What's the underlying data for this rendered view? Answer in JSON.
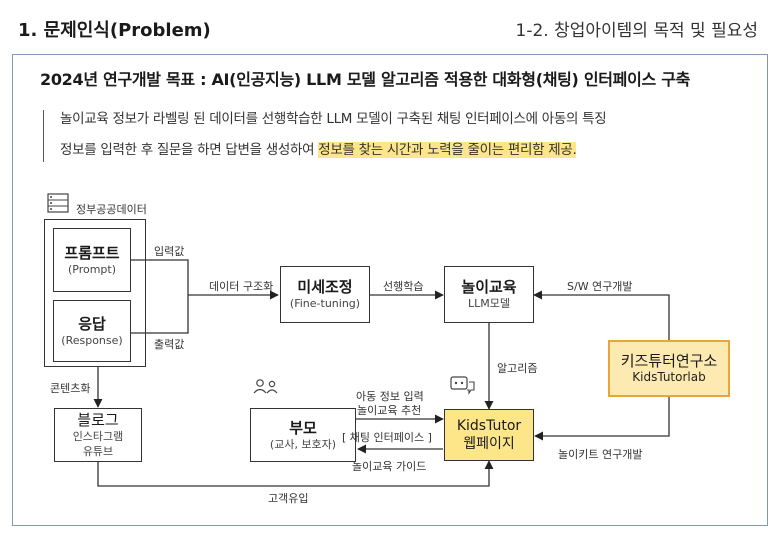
{
  "header": {
    "section": "1. 문제인식(Problem)",
    "subtitle": "1-2. 창업아이템의 목적 및 필요성"
  },
  "goal": "2024년 연구개발 목표 : AI(인공지능) LLM 모델 알고리즘 적용한 대화형(채팅) 인터페이스 구축",
  "description": {
    "line1": "놀이교육 정보가 라벨링 된 데이터를 선행학습한 LLM 모델이 구축된 채팅 인터페이스에 아동의 특징",
    "line2_plain": "정보를 입력한 후 질문을 하면 답변을 생성하여 ",
    "line2_highlight": "정보를 찾는 시간과 노력을 줄이는 편리함 제공."
  },
  "diagram": {
    "data_label": "정부공공데이터",
    "prompt": {
      "title": "프롬프트",
      "sub": "(Prompt)"
    },
    "response": {
      "title": "응답",
      "sub": "(Response)"
    },
    "input_value": "입력값",
    "output_value": "출력값",
    "data_structuring": "데이터 구조화",
    "finetune": {
      "title": "미세조정",
      "sub": "(Fine-tuning)"
    },
    "pretraining": "선행학습",
    "llm": {
      "title": "놀이교육",
      "sub": "LLM모델"
    },
    "sw_dev": "S/W 연구개발",
    "lab": {
      "title": "키즈튜터연구소",
      "sub": "KidsTutorlab"
    },
    "algorithm": "알고리즘",
    "kit_dev": "놀이키트 연구개발",
    "contentize": "콘텐츠화",
    "blog": {
      "title": "블로그",
      "sub1": "인스타그램",
      "sub2": "유튜브"
    },
    "parent": {
      "title": "부모",
      "sub": "(교사, 보호자)"
    },
    "kidstutor": {
      "title": "KidsTutor",
      "sub": "웹페이지"
    },
    "child_info": "아동 정보 입력",
    "play_rec": "놀이교육 추천",
    "chat_interface": "[ 채팅 인터페이스 ]",
    "play_guide": "놀이교육 가이드",
    "customer_inflow": "고객유입"
  },
  "colors": {
    "highlight": "#fde58a",
    "frame": "#7f9bb3",
    "lab_border": "#e9a53a"
  }
}
